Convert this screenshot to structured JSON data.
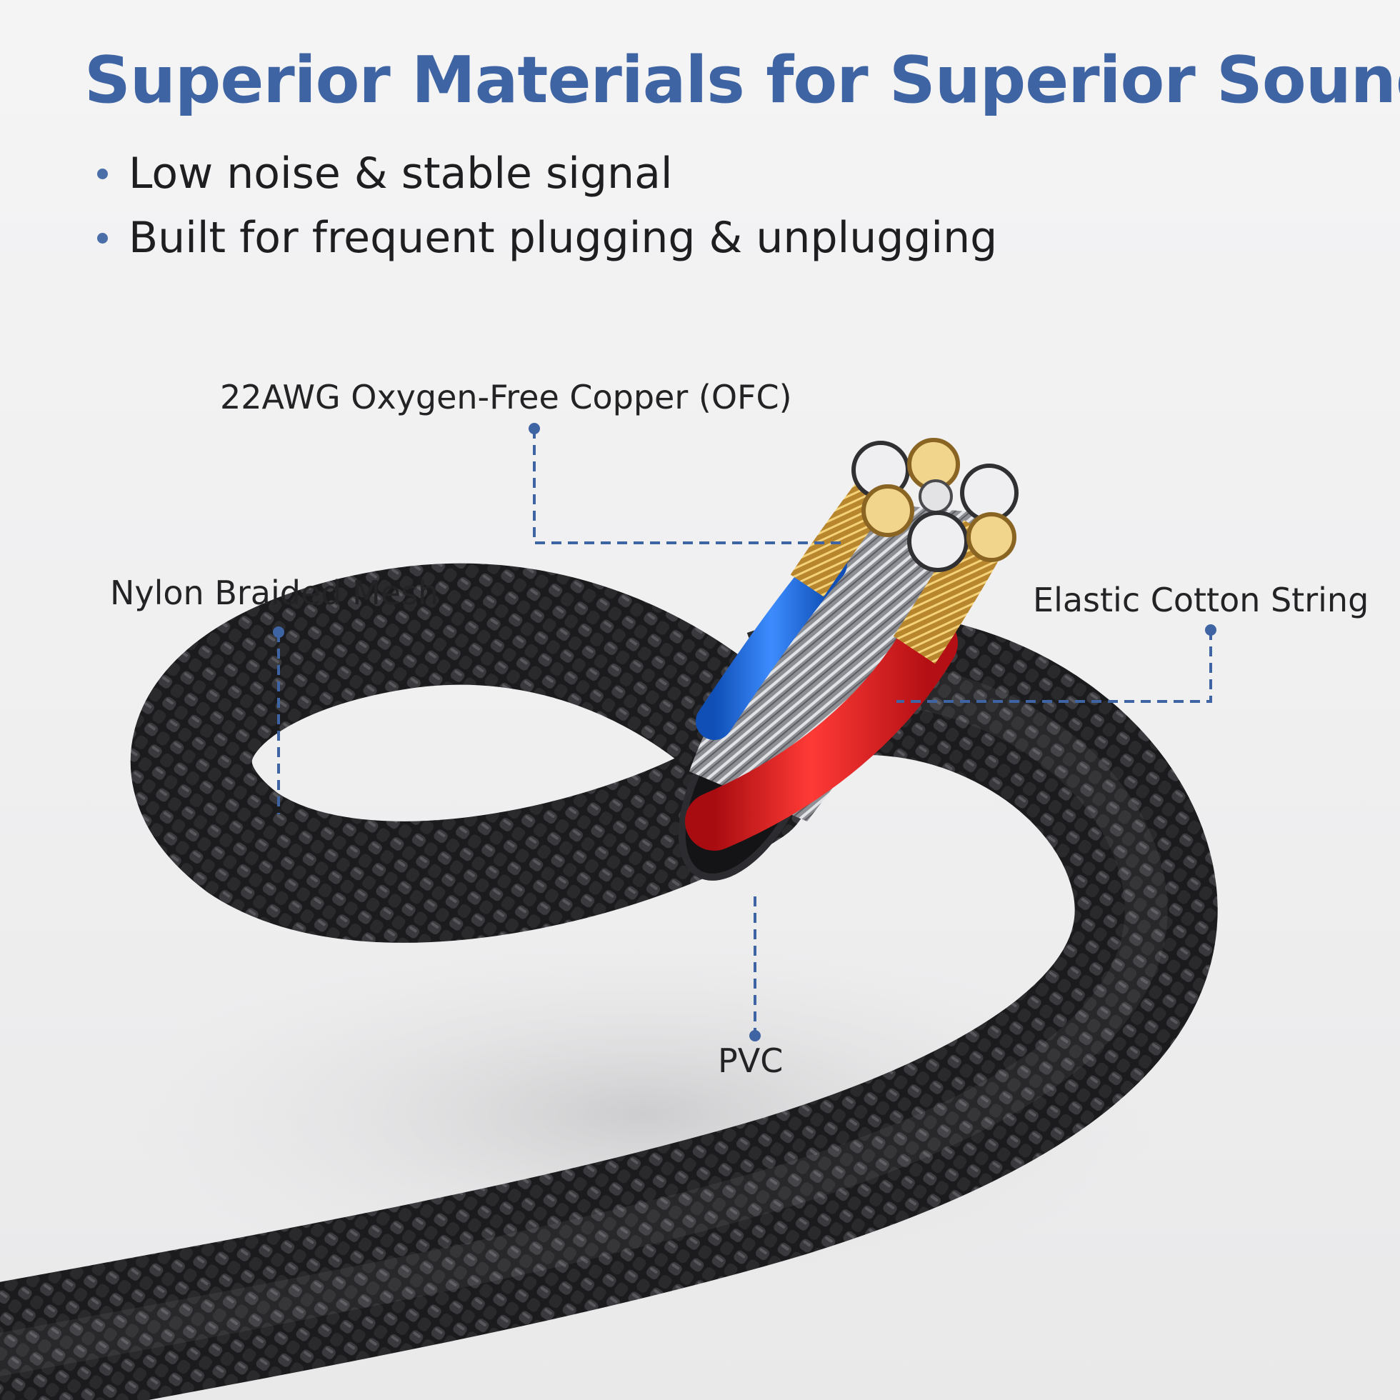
{
  "headline": "Superior Materials for Superior Sound",
  "bullets": [
    "Low noise & stable signal",
    "Built for frequent plugging & unplugging"
  ],
  "callouts": {
    "conductor": "22AWG Oxygen-Free Copper (OFC)",
    "braid": "Nylon Braided Mesh",
    "filler": "Elastic Cotton String",
    "jacket": "PVC"
  },
  "colors": {
    "headline": "#3f64a3",
    "leader_line": "#3f64a3",
    "braid": "#1a1a1c",
    "wire_red": "#e11b1f",
    "wire_blue": "#1f6fe0",
    "copper": "#d8a640"
  }
}
